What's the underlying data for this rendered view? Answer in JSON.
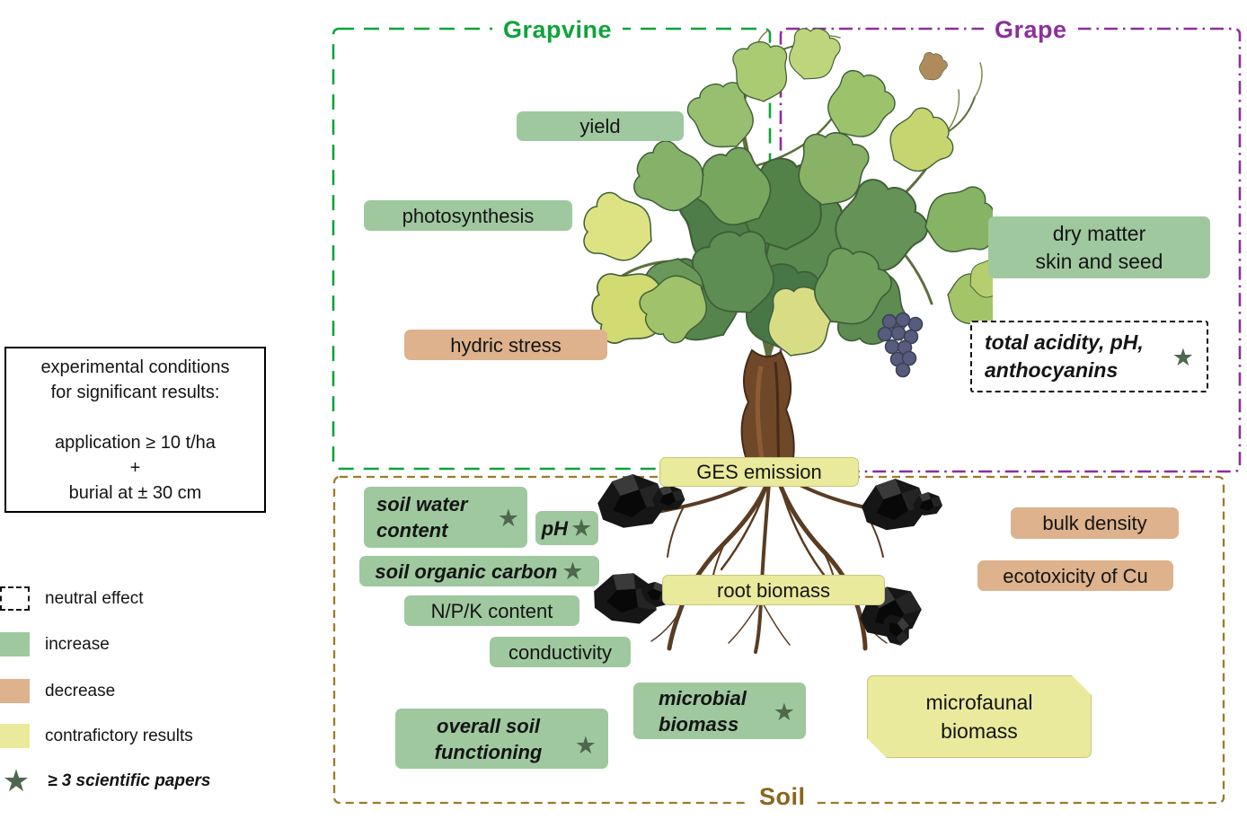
{
  "regions": {
    "grapvine": {
      "title": "Grapvine"
    },
    "grape": {
      "title": "Grape"
    },
    "soil": {
      "title": "Soil"
    }
  },
  "conditions": {
    "text": "experimental conditions\nfor significant results:\n\napplication ≥ 10 t/ha\n+\nburial at ± 30 cm"
  },
  "legend": {
    "neutral": "neutral effect",
    "increase": "increase",
    "decrease": "decrease",
    "contradictory": "contrafictory results",
    "papers": "≥ 3 scientific papers"
  },
  "labels": {
    "yield": "yield",
    "photosynthesis": "photosynthesis",
    "dry_matter": "dry matter\nskin and seed",
    "hydric_stress": "hydric stress",
    "total_acidity": "total acidity, pH,\nanthocyanins",
    "ges_emission": "GES emission",
    "soil_water": "soil water\ncontent",
    "ph": "pH",
    "soil_organic_carbon": "soil organic carbon",
    "npk": "N/P/K content",
    "conductivity": "conductivity",
    "root_biomass": "root biomass",
    "bulk_density": "bulk density",
    "ecotoxicity": "ecotoxicity of Cu",
    "microbial": "microbial\nbiomass",
    "overall_soil": "overall soil\nfunctioning",
    "microfaunal": "microfaunal\nbiomass"
  },
  "icons": {
    "star": "★"
  },
  "colors": {
    "increase": "#9fc89f",
    "decrease": "#ddb28c",
    "contradictory": "#e9ea9c",
    "grapvine_border": "#0fa33c",
    "grape_border": "#8c2f9b",
    "soil_border": "#9c7a28",
    "star": "#4e684e"
  }
}
